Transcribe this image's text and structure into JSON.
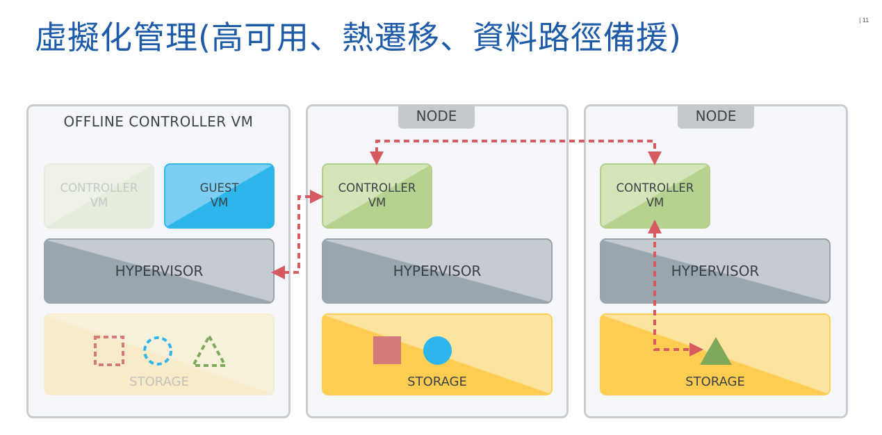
{
  "slide": {
    "title": "虛擬化管理(高可用、熱遷移、資料路徑備援)",
    "page_number": "| 11"
  },
  "colors": {
    "title_blue": "#1d5aa8",
    "arrow_red": "#d65a5f",
    "controller_green": "#b6d28f",
    "guest_blue": "#2db6eb",
    "hypervisor_gray": "#9aa6ae",
    "storage_yellow": "#fdcd51",
    "data_square_red": "#d47a7d",
    "data_circle_blue": "#2db6eb",
    "data_triangle_green": "#7ea85a"
  },
  "panels": [
    {
      "label": "OFFLINE CONTROLLER VM",
      "controller_vm": {
        "line1": "CONTROLLER",
        "line2": "VM",
        "state": "offline"
      },
      "guest_vm": {
        "line1": "GUEST",
        "line2": "VM"
      },
      "hypervisor": "HYPERVISOR",
      "storage": {
        "label": "STORAGE",
        "state": "offline",
        "items": [
          "square-outline",
          "circle-outline",
          "triangle-outline"
        ]
      }
    },
    {
      "label": "NODE",
      "controller_vm": {
        "line1": "CONTROLLER",
        "line2": "VM",
        "state": "online"
      },
      "hypervisor": "HYPERVISOR",
      "storage": {
        "label": "STORAGE",
        "items": [
          "square",
          "circle"
        ]
      }
    },
    {
      "label": "NODE",
      "controller_vm": {
        "line1": "CONTROLLER",
        "line2": "VM",
        "state": "online"
      },
      "hypervisor": "HYPERVISOR",
      "storage": {
        "label": "STORAGE",
        "items": [
          "triangle"
        ]
      }
    }
  ],
  "connections": [
    {
      "from": "panel1-hypervisor",
      "to": "panel2-controller-vm",
      "style": "dashed",
      "bidirectional": true
    },
    {
      "from": "panel2-controller-vm",
      "to": "panel3-controller-vm",
      "style": "dashed",
      "bidirectional": true
    },
    {
      "from": "panel3-controller-vm",
      "to": "panel3-storage-triangle",
      "style": "dashed",
      "bidirectional": true
    }
  ]
}
